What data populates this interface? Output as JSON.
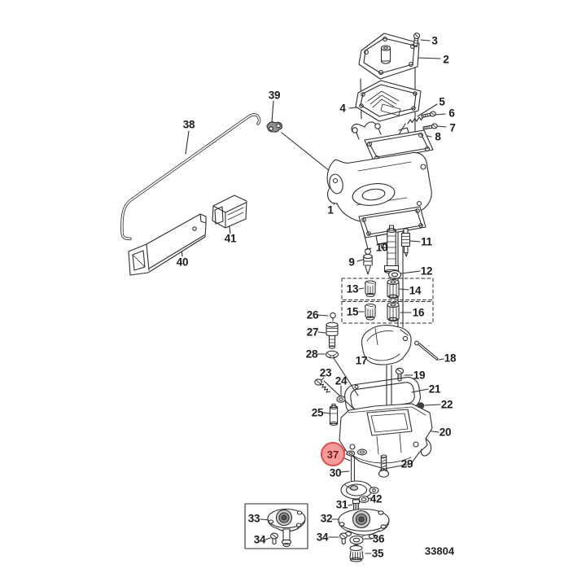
{
  "diagram": {
    "code": "33804",
    "background": "#ffffff",
    "line_color": "#2e2e2e",
    "label_color": "#1c1c1c"
  },
  "highlight": {
    "part": "37",
    "fill": "#f49c9c",
    "border": "#e24c4c",
    "text_color": "#7a1a1a"
  },
  "parts": {
    "p1": "1",
    "p2": "2",
    "p3": "3",
    "p4": "4",
    "p5": "5",
    "p6": "6",
    "p7": "7",
    "p8": "8",
    "p9": "9",
    "p10": "10",
    "p11": "11",
    "p12": "12",
    "p13": "13",
    "p14": "14",
    "p15": "15",
    "p16": "16",
    "p17": "17",
    "p18": "18",
    "p19": "19",
    "p20": "20",
    "p21": "21",
    "p22": "22",
    "p23": "23",
    "p24": "24",
    "p25": "25",
    "p26": "26",
    "p27": "27",
    "p28": "28",
    "p29": "29",
    "p30": "30",
    "p31": "31",
    "p32": "32",
    "p33": "33",
    "p34": "34",
    "p35": "35",
    "p36": "36",
    "p37": "37",
    "p38": "38",
    "p39": "39",
    "p40": "40",
    "p41": "41",
    "p42": "42"
  }
}
